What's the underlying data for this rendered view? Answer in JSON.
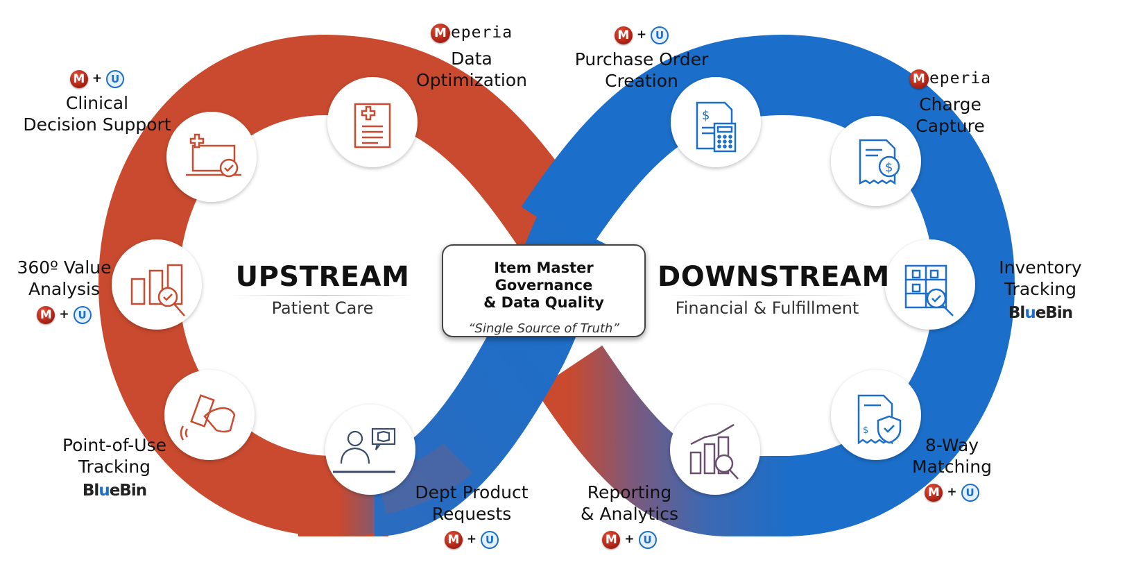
{
  "colors": {
    "upstream": "#c94a2e",
    "downstream": "#1b6ec9",
    "blend": "#6a5f8a",
    "meperia_badge": "#b52718",
    "bluebin_badge": "#1b6ec9"
  },
  "brands": {
    "meperia_letter": "M",
    "meperia_word": "eperia",
    "bluebin_pre": "Bl",
    "bluebin_u": "u",
    "bluebin_post": "eBin",
    "bluebin_icon_letter": "U",
    "plus": "+"
  },
  "upstream": {
    "title": "UPSTREAM",
    "subtitle": "Patient Care"
  },
  "downstream": {
    "title": "DOWNSTREAM",
    "subtitle": "Financial & Fulfillment"
  },
  "center": {
    "line1": "Item Master Governance",
    "line2": "& Data Quality",
    "tagline": "“Single Source of Truth”"
  },
  "stages": {
    "clinical": {
      "line1": "Clinical",
      "line2": "Decision Support",
      "icon": "laptop-medical-icon",
      "brands": "Meperia + BlueBin"
    },
    "data_opt": {
      "line1": "Data",
      "line2": "Optimization",
      "icon": "medical-document-icon",
      "brands": "Meperia"
    },
    "purchase": {
      "line1": "Purchase Order",
      "line2": "Creation",
      "icon": "invoice-calculator-icon",
      "brands": "Meperia + BlueBin"
    },
    "charge": {
      "line1": "Charge",
      "line2": "Capture",
      "icon": "receipt-dollar-icon",
      "brands": "Meperia"
    },
    "value": {
      "line1": "360º Value",
      "line2": "Analysis",
      "icon": "chart-magnifier-icon",
      "brands": "Meperia + BlueBin"
    },
    "inventory": {
      "line1": "Inventory",
      "line2": "Tracking",
      "icon": "shelf-magnifier-icon",
      "brands": "BlueBin"
    },
    "pou": {
      "line1": "Point-of-Use",
      "line2": "Tracking",
      "icon": "hand-scan-icon",
      "brands": "BlueBin"
    },
    "dept": {
      "line1": "Dept Product",
      "line2": "Requests",
      "icon": "nurse-request-icon",
      "brands": "Meperia + BlueBin"
    },
    "reporting": {
      "line1": "Reporting",
      "line2": "& Analytics",
      "icon": "analytics-chart-icon",
      "brands": "Meperia + BlueBin"
    },
    "matching": {
      "line1": "8-Way",
      "line2": "Matching",
      "icon": "document-shield-icon",
      "brands": "Meperia + BlueBin"
    }
  }
}
